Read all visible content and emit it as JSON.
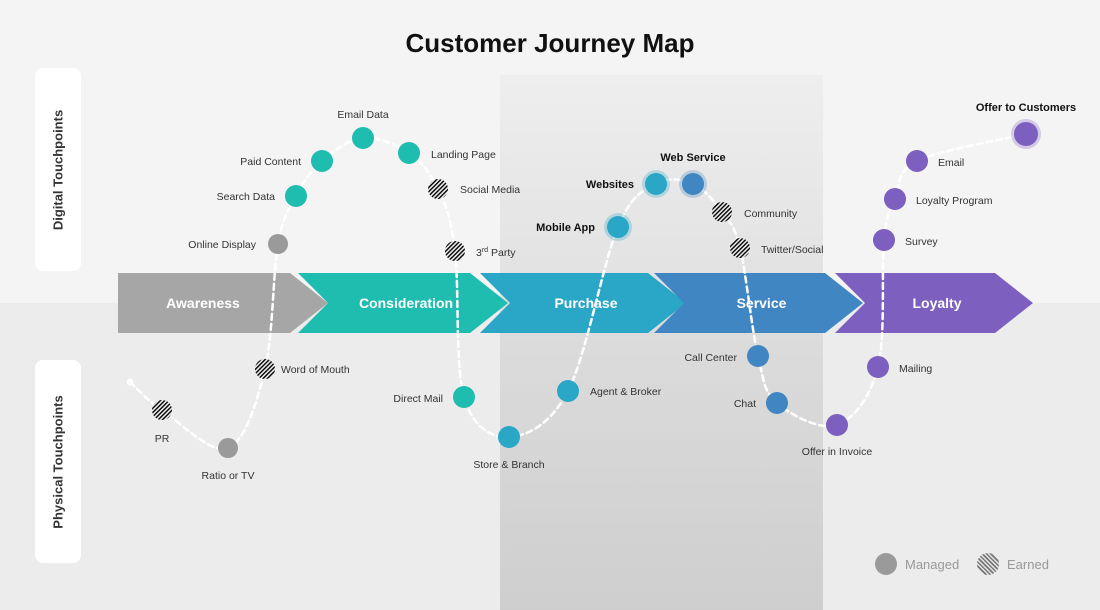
{
  "title": "Customer Journey Map",
  "side_labels": {
    "digital": "Digital Touchpoints",
    "physical": "Physical Touchpoints"
  },
  "stages": [
    "Awareness",
    "Consideration",
    "Purchase",
    "Service",
    "Loyalty"
  ],
  "colors": {
    "awareness": "#a6a6a6",
    "consideration": "#1fbcb0",
    "purchase": "#2aa6c6",
    "service": "#3f86c2",
    "loyalty": "#7c5fbf",
    "path": "#ffffff"
  },
  "touchpoints": [
    {
      "label": "PR",
      "type": "earned",
      "stage": "awareness"
    },
    {
      "label": "Ratio or TV",
      "type": "managed",
      "stage": "awareness"
    },
    {
      "label": "Word of Mouth",
      "type": "earned",
      "stage": "awareness"
    },
    {
      "label": "Online Display",
      "type": "managed",
      "stage": "awareness"
    },
    {
      "label": "Search Data",
      "type": "managed",
      "stage": "consideration"
    },
    {
      "label": "Paid Content",
      "type": "managed",
      "stage": "consideration"
    },
    {
      "label": "Email Data",
      "type": "managed",
      "stage": "consideration"
    },
    {
      "label": "Landing Page",
      "type": "managed",
      "stage": "consideration"
    },
    {
      "label": "Social Media",
      "type": "earned",
      "stage": "consideration"
    },
    {
      "label": "3rd Party",
      "type": "earned",
      "stage": "consideration"
    },
    {
      "label": "Direct Mail",
      "type": "managed",
      "stage": "consideration"
    },
    {
      "label": "Store & Branch",
      "type": "managed",
      "stage": "purchase"
    },
    {
      "label": "Agent & Broker",
      "type": "managed",
      "stage": "purchase"
    },
    {
      "label": "Mobile App",
      "type": "managed",
      "stage": "purchase",
      "emphasis": true
    },
    {
      "label": "Websites",
      "type": "managed",
      "stage": "purchase",
      "emphasis": true
    },
    {
      "label": "Web Service",
      "type": "managed",
      "stage": "service",
      "emphasis": true
    },
    {
      "label": "Community",
      "type": "earned",
      "stage": "service"
    },
    {
      "label": "Twitter/Social",
      "type": "earned",
      "stage": "service"
    },
    {
      "label": "Call Center",
      "type": "managed",
      "stage": "service"
    },
    {
      "label": "Chat",
      "type": "managed",
      "stage": "service"
    },
    {
      "label": "Offer in Invoice",
      "type": "managed",
      "stage": "loyalty"
    },
    {
      "label": "Mailing",
      "type": "managed",
      "stage": "loyalty"
    },
    {
      "label": "Survey",
      "type": "managed",
      "stage": "loyalty"
    },
    {
      "label": "Loyalty Program",
      "type": "managed",
      "stage": "loyalty"
    },
    {
      "label": "Email",
      "type": "managed",
      "stage": "loyalty"
    },
    {
      "label": "Offer to Customers",
      "type": "managed",
      "stage": "loyalty",
      "emphasis": true
    }
  ],
  "legend": {
    "managed": "Managed",
    "earned": "Earned"
  }
}
